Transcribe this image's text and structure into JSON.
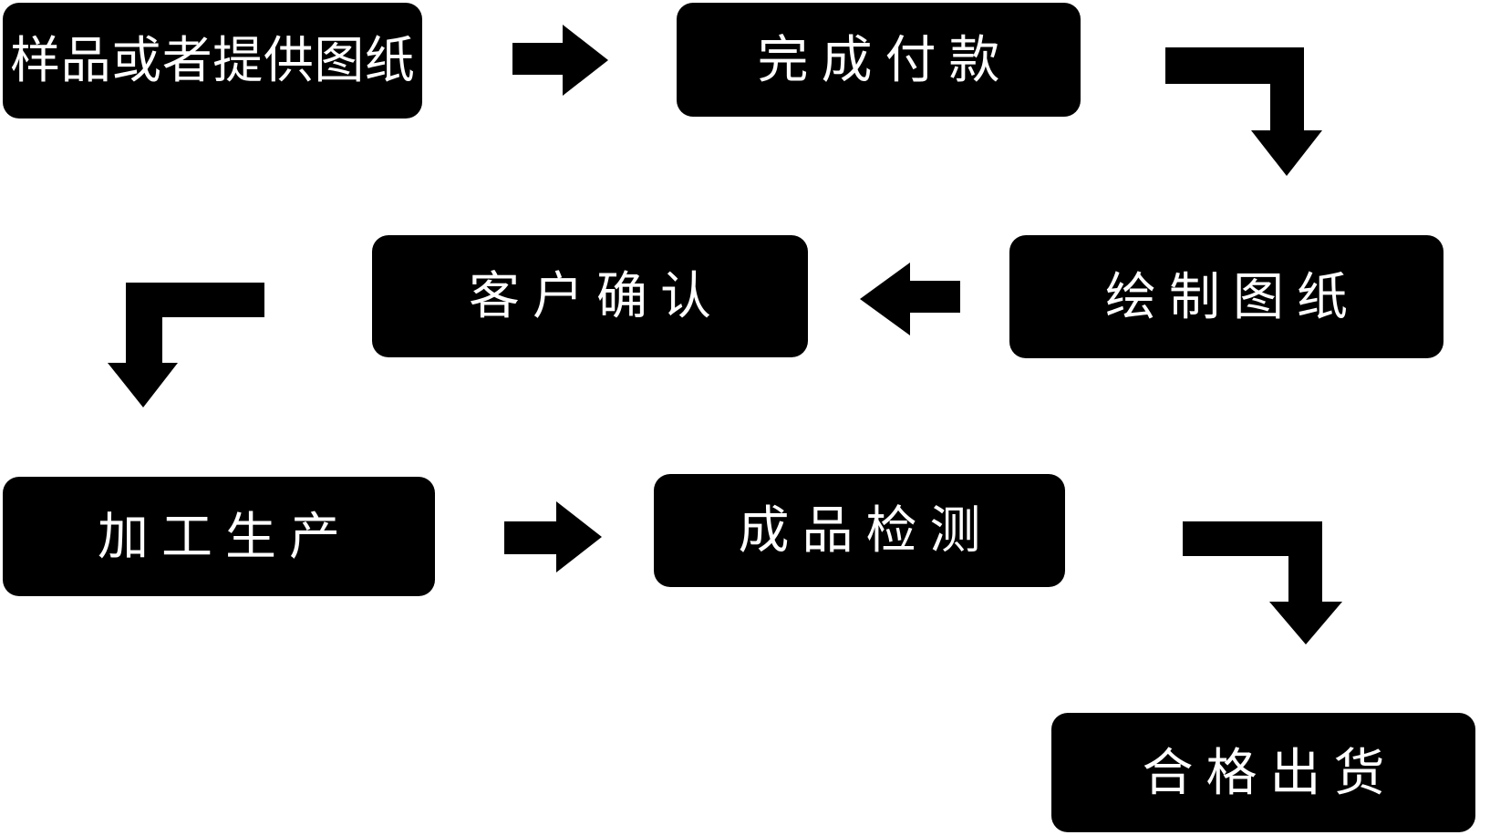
{
  "diagram": {
    "type": "flowchart",
    "background_color": "#ffffff",
    "node_fill_color": "#000000",
    "node_text_color": "#ffffff",
    "arrow_color": "#000000",
    "nodes": [
      {
        "id": "sample",
        "label": "样品或者提供图纸"
      },
      {
        "id": "payment",
        "label": "完成付款"
      },
      {
        "id": "draw",
        "label": "绘制图纸"
      },
      {
        "id": "confirm",
        "label": "客户确认"
      },
      {
        "id": "process",
        "label": "加工生产"
      },
      {
        "id": "inspect",
        "label": "成品检测"
      },
      {
        "id": "ship",
        "label": "合格出货"
      }
    ],
    "edges": [
      {
        "from": "样品或者提供图纸",
        "to": "完成付款",
        "shape": "straight-right"
      },
      {
        "from": "完成付款",
        "to": "绘制图纸",
        "shape": "elbow-right-down"
      },
      {
        "from": "绘制图纸",
        "to": "客户确认",
        "shape": "straight-left"
      },
      {
        "from": "客户确认",
        "to": "加工生产",
        "shape": "elbow-left-down"
      },
      {
        "from": "加工生产",
        "to": "成品检测",
        "shape": "straight-right"
      },
      {
        "from": "成品检测",
        "to": "合格出货",
        "shape": "elbow-right-down"
      }
    ]
  }
}
